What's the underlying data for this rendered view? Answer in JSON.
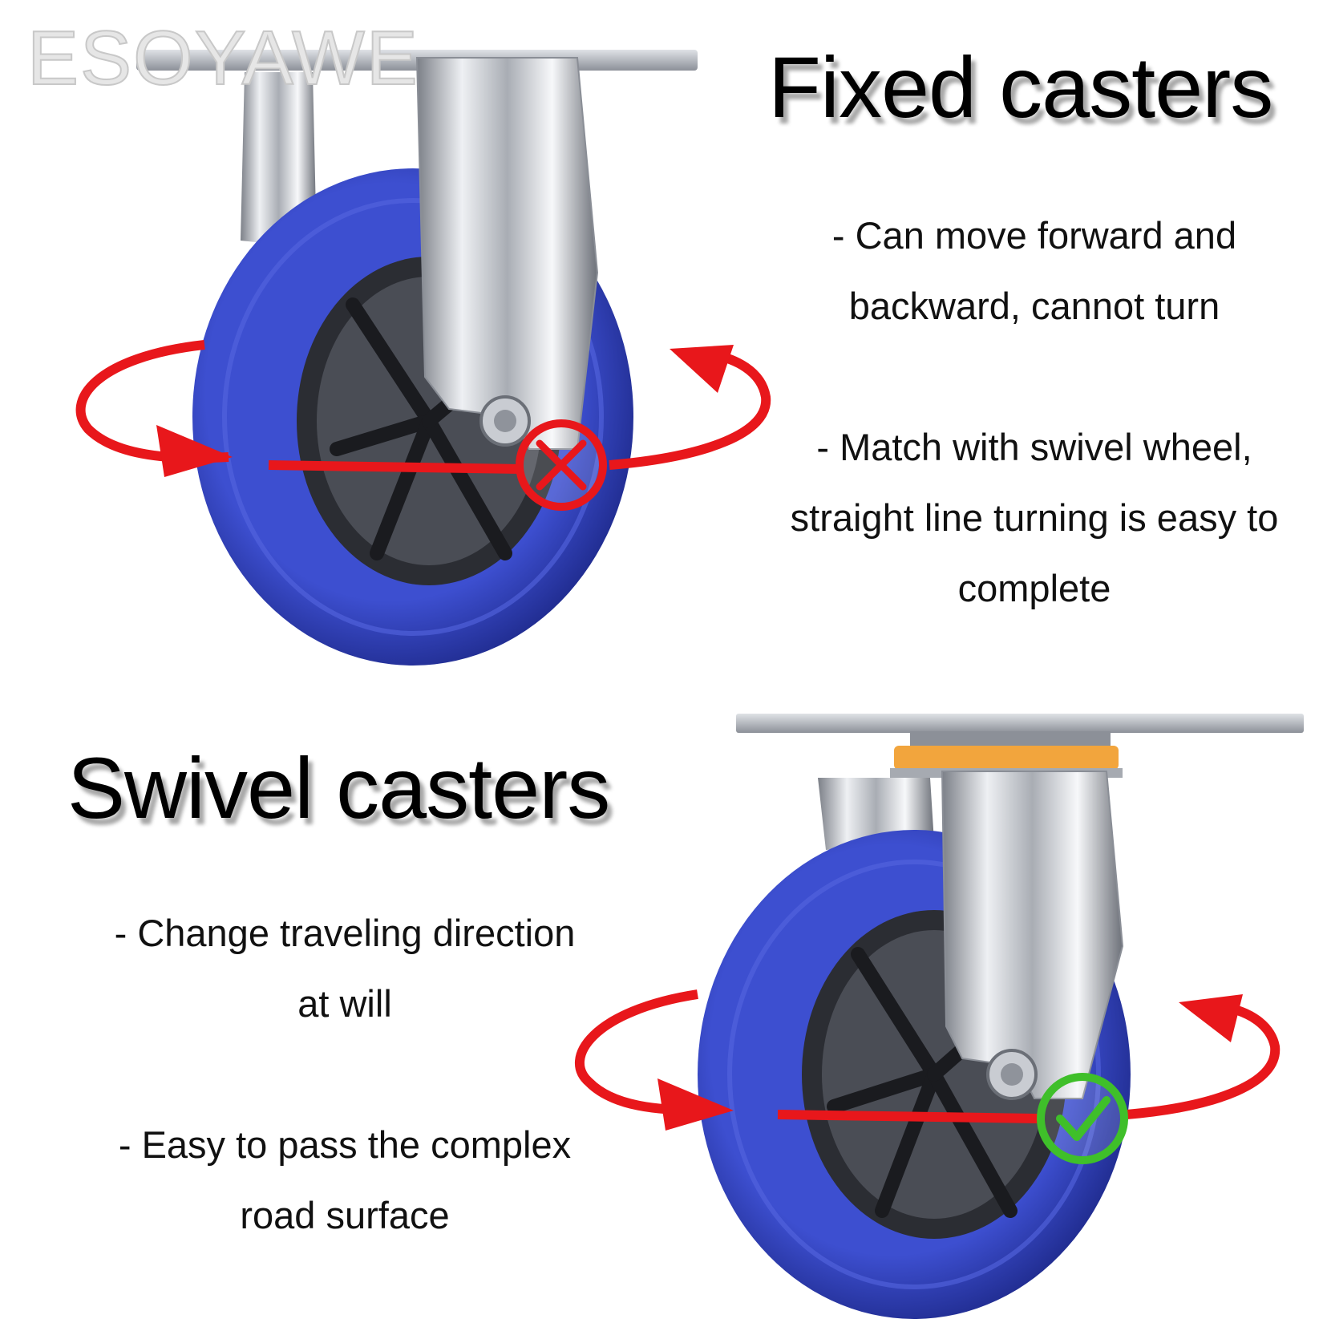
{
  "brand": {
    "watermark": "ESOYAWE"
  },
  "fixed": {
    "title": "Fixed casters",
    "lines": [
      "- Can move forward and",
      "backward, cannot turn",
      "- Match with swivel wheel,",
      "straight line turning is easy to",
      "complete"
    ],
    "indicator_icon": "cross-icon"
  },
  "swivel": {
    "title": "Swivel casters",
    "lines": [
      "- Change traveling direction",
      "at will",
      "- Easy to pass the complex",
      "road surface"
    ],
    "indicator_icon": "check-icon"
  },
  "colors": {
    "wheel_blue": "#2e3fb8",
    "arrow_red": "#e8171b",
    "cross_red": "#e8171b",
    "check_green": "#3fbf2a",
    "swivel_ring_orange": "#f2a53d"
  }
}
